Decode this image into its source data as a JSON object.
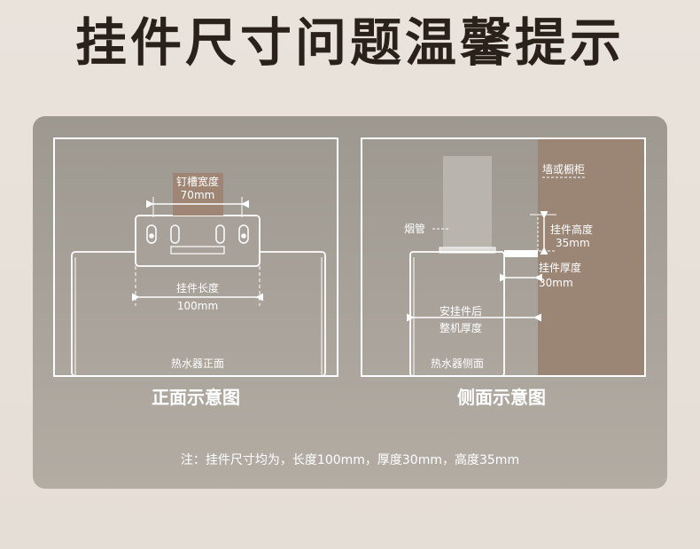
{
  "title": "挂件尺寸问题温馨提示",
  "front": {
    "caption": "正面示意图",
    "slot_label": "钉槽宽度",
    "slot_value": "70mm",
    "length_label": "挂件长度",
    "length_value": "100mm",
    "heater_label": "热水器正面"
  },
  "side": {
    "caption": "侧面示意图",
    "wall_label": "墙或橱柜",
    "pipe_label": "烟管",
    "height_label": "挂件高度",
    "height_value": "35mm",
    "thickness_label": "挂件厚度",
    "thickness_value": "30mm",
    "after_label_1": "安挂件后",
    "after_label_2": "整机厚度",
    "heater_label": "热水器侧面"
  },
  "note": "注：挂件尺寸均为，长度100mm，厚度30mm，高度35mm",
  "colors": {
    "card": "#a39e96",
    "wall": "#9b8574",
    "slot_box": "#9e8574",
    "title": "#2a211b"
  }
}
